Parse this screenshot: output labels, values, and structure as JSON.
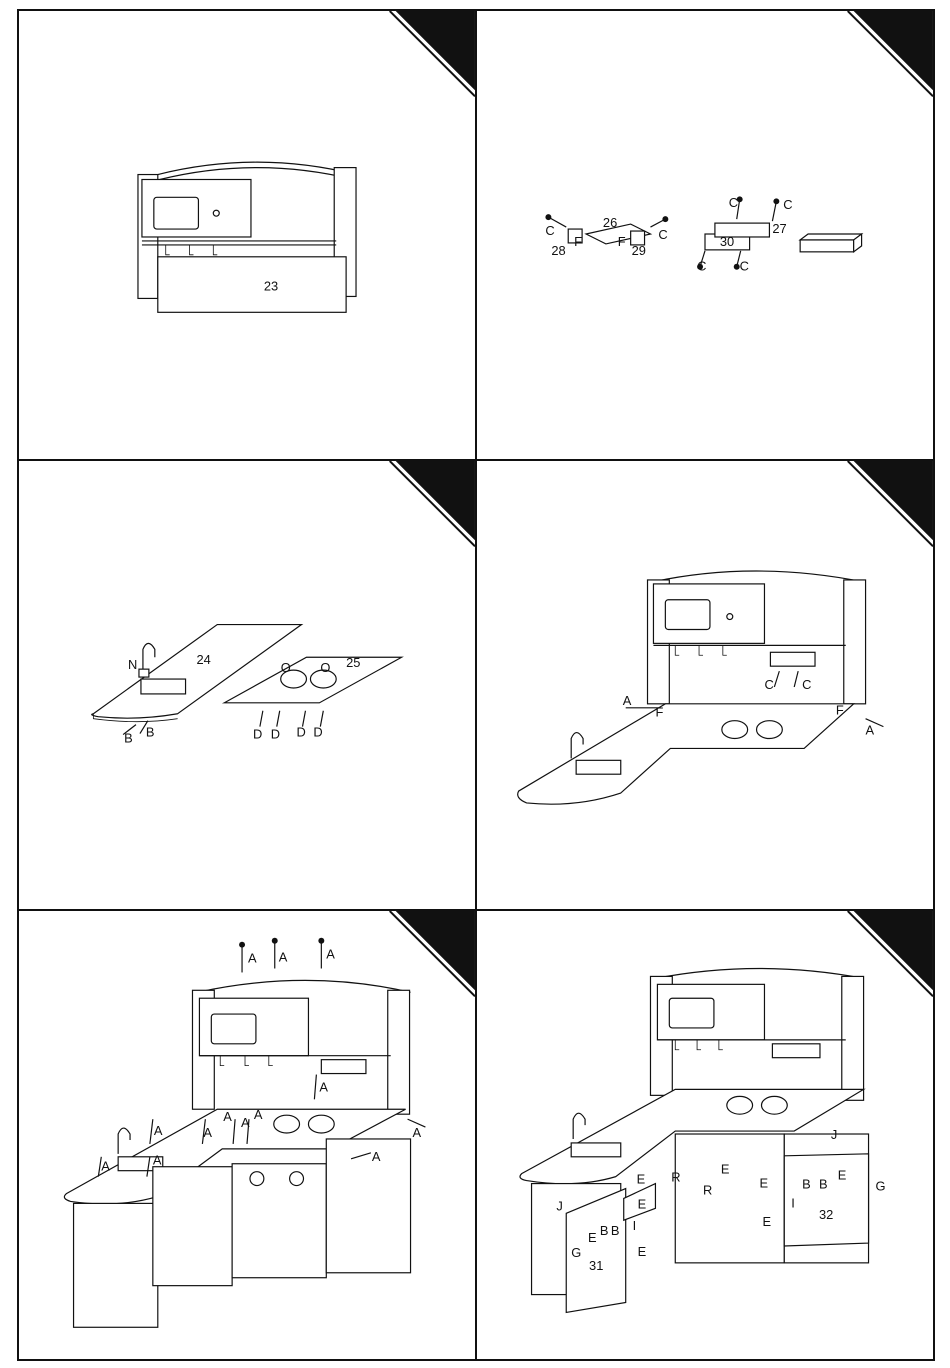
{
  "steps": [
    {
      "labels": {
        "p23": "23"
      }
    },
    {
      "labels": {
        "p26": "26",
        "p27": "27",
        "p28": "28",
        "p29": "29",
        "p30": "30",
        "c1": "C",
        "c2": "C",
        "c3": "C",
        "c4": "C",
        "c5": "C",
        "c6": "C",
        "f1": "F",
        "f2": "F"
      }
    },
    {
      "labels": {
        "p24": "24",
        "p25": "25",
        "n": "N",
        "o1": "O",
        "o2": "O",
        "b1": "B",
        "b2": "B",
        "d1": "D",
        "d2": "D",
        "d3": "D",
        "d4": "D"
      }
    },
    {
      "labels": {
        "a1": "A",
        "a2": "A",
        "f1": "F",
        "f2": "F",
        "c1": "C",
        "c2": "C"
      }
    },
    {
      "labels": {
        "a1": "A",
        "a2": "A",
        "a3": "A",
        "a4": "A",
        "a5": "A",
        "a6": "A",
        "a7": "A",
        "a8": "A",
        "a9": "A",
        "a10": "A",
        "a11": "A",
        "a12": "A",
        "a13": "A"
      }
    },
    {
      "labels": {
        "p31": "31",
        "p32": "32",
        "j1": "J",
        "j2": "J",
        "r1": "R",
        "r2": "R",
        "e1": "E",
        "e2": "E",
        "e3": "E",
        "e4": "E",
        "e5": "E",
        "e6": "E",
        "e7": "E",
        "e8": "E",
        "b1": "B",
        "b2": "B",
        "b3": "B",
        "b4": "B",
        "g1": "G",
        "g2": "G",
        "i1": "I",
        "i2": "I"
      }
    }
  ]
}
